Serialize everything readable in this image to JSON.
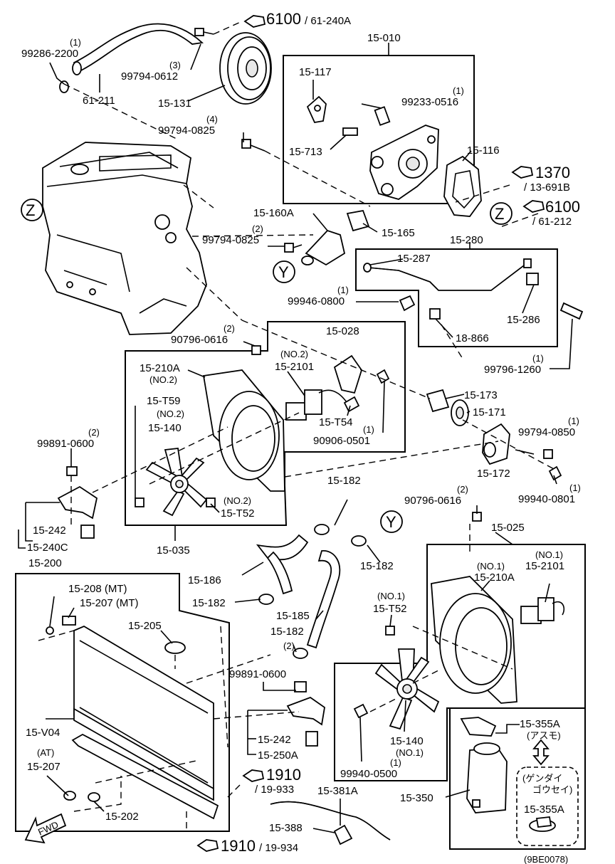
{
  "labels": {
    "l_6100a": "6100",
    "l_61240a": "/ 61-240A",
    "l_99286_q": "(1)",
    "l_99286": "99286-2200",
    "l_61211": "61-211",
    "l_99794_0612_q": "(3)",
    "l_99794_0612": "99794-0612",
    "l_15131": "15-131",
    "l_99794_0825a_q": "(4)",
    "l_99794_0825a": "99794-0825",
    "l_15010": "15-010",
    "l_15117": "15-117",
    "l_99233_q": "(1)",
    "l_99233": "99233-0516",
    "l_15713": "15-713",
    "l_15116": "15-116",
    "l_1370": "1370",
    "l_13691b": "/ 13-691B",
    "l_6100b": "6100",
    "l_61212": "/ 61-212",
    "l_15160a": "15-160A",
    "l_99794_0825b_q": "(2)",
    "l_99794_0825b": "99794-0825",
    "l_15165": "15-165",
    "l_15280": "15-280",
    "l_15287": "15-287",
    "l_99946_q": "(1)",
    "l_99946": "99946-0800",
    "l_15286": "15-286",
    "l_18866": "18-866",
    "l_99796_q": "(1)",
    "l_99796": "99796-1260",
    "l_90796a_q": "(2)",
    "l_90796a": "90796-0616",
    "l_15028": "15-028",
    "l_no2_a": "(NO.2)",
    "l_15210a": "15-210A",
    "l_no2_b": "(NO.2)",
    "l_15_2101": "15-2101",
    "l_15t59": "15-T59",
    "l_no2_c": "(NO.2)",
    "l_15140a": "15-140",
    "l_15t54": "15-T54",
    "l_90906_q": "(1)",
    "l_90906": "90906-0501",
    "l_no2_d": "(NO.2)",
    "l_15t52a": "15-T52",
    "l_15035": "15-035",
    "l_15173": "15-173",
    "l_15171": "15-171",
    "l_99794_0850_q": "(1)",
    "l_99794_0850": "99794-0850",
    "l_15172": "15-172",
    "l_99940_0801_q": "(1)",
    "l_99940_0801": "99940-0801",
    "l_99891a_q": "(2)",
    "l_99891a": "99891-0600",
    "l_15242a": "15-242",
    "l_15240c": "15-240C",
    "l_15200": "15-200",
    "l_15208": "15-208 (MT)",
    "l_15207mt": "15-207 (MT)",
    "l_15205": "15-205",
    "l_15v04": "15-V04",
    "l_at": "(AT)",
    "l_15207": "15-207",
    "l_15202": "15-202",
    "l_fwd": "FWD",
    "l_15182a": "15-182",
    "l_90796b_q": "(2)",
    "l_90796b": "90796-0616",
    "l_15025": "15-025",
    "l_15182b": "15-182",
    "l_15186": "15-186",
    "l_15182c": "15-182",
    "l_15185": "15-185",
    "l_15182d": "15-182",
    "l_15182d_q": "(2)",
    "l_99891b": "99891-0600",
    "l_15242b": "15-242",
    "l_15250a": "15-250A",
    "l_1910a": "1910",
    "l_19933": "/ 19-933",
    "l_1910b": "1910",
    "l_19934": "/ 19-934",
    "l_15381a": "15-381A",
    "l_15388": "15-388",
    "l_no1_a": "(NO.1)",
    "l_15210a_b": "15-210A",
    "l_no1_b": "(NO.1)",
    "l_15_2101b": "15-2101",
    "l_no1_c": "(NO.1)",
    "l_15t52b": "15-T52",
    "l_15140b": "15-140",
    "l_no1_d": "(NO.1)",
    "l_99940_0500_q": "(1)",
    "l_99940_0500": "99940-0500",
    "l_15355a": "15-355A",
    "l_asumo": "(アスモ)",
    "l_genda": "(ゲンダイ",
    "l_kousei": "ゴウセイ)",
    "l_15355a_b": "15-355A",
    "l_15350": "15-350",
    "l_z1": "Z",
    "l_z2": "Z",
    "l_y1": "Y",
    "l_y2": "Y",
    "l_footer": "(9BE0078)"
  }
}
